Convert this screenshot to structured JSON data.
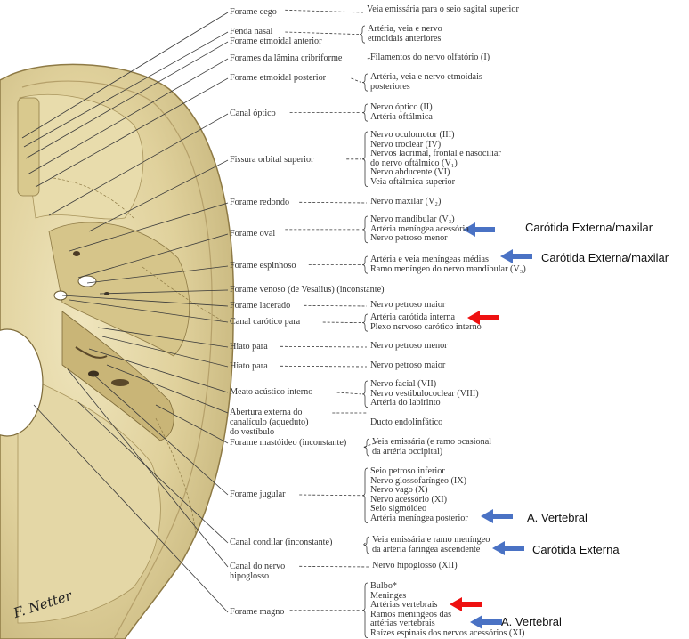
{
  "colors": {
    "bone": "#e3d6a6",
    "bone_dark": "#b8a66d",
    "shadow": "#8f7a45",
    "leader": "#3a3a3a",
    "red_arrow": "#ee1111",
    "blue_arrow": "#4a72c4"
  },
  "entries": [
    {
      "label": "Forame cego",
      "desc": [
        "Veia emissária para o seio sagital superior"
      ]
    },
    {
      "label": "Fenda nasal",
      "desc": [
        "Artéria, veia e nervo",
        "etmoidais anteriores"
      ]
    },
    {
      "label": "Forame etmoidal anterior",
      "desc": []
    },
    {
      "label": "Forames da lâmina cribriforme",
      "desc": [
        "Filamentos do nervo olfatório (I)"
      ]
    },
    {
      "label": "Forame etmoidal posterior",
      "desc": [
        "Artéria, veia e nervo etmoidais",
        "posteriores"
      ]
    },
    {
      "label": "Canal óptico",
      "desc": [
        "Nervo óptico (II)",
        "Artéria oftálmica"
      ]
    },
    {
      "label": "Fissura orbital superior",
      "desc": [
        "Nervo oculomotor (III)",
        "Nervo troclear (IV)",
        "Nervos lacrimal, frontal e nasociliar",
        "do nervo oftálmico (V₁)",
        "Nervo abducente (VI)",
        "Veia oftálmica superior"
      ]
    },
    {
      "label": "Forame redondo",
      "desc": [
        "Nervo maxilar (V₂)"
      ]
    },
    {
      "label": "Forame oval",
      "desc": [
        "Nervo mandibular (V₃)",
        "Artéria meníngea acessória",
        "Nervo petroso menor"
      ]
    },
    {
      "label": "Forame espinhoso",
      "desc": [
        "Artéria e veia meníngeas médias",
        "Ramo meníngeo do nervo mandibular (V₃)"
      ]
    },
    {
      "label": "Forame venoso (de Vesalius) (inconstante)",
      "desc": []
    },
    {
      "label": "Forame lacerado",
      "desc": [
        "Nervo petroso maior"
      ]
    },
    {
      "label": "Canal carótico para",
      "desc": [
        "Artéria carótida interna",
        "Plexo nervoso carótico interno"
      ]
    },
    {
      "label": "Hiato para",
      "desc": [
        "Nervo petroso menor"
      ]
    },
    {
      "label": "Hiato para",
      "desc": [
        "Nervo petroso maior"
      ]
    },
    {
      "label": "Meato acústico interno",
      "desc": [
        "Nervo facial (VII)",
        "Nervo vestibulococlear (VIII)",
        "Artéria do labirinto"
      ]
    },
    {
      "label": "Abertura externa do canalículo (aqueduto) do vestíbulo",
      "desc": [
        "Ducto endolinfático"
      ]
    },
    {
      "label": "Forame mastóideo (inconstante)",
      "desc": [
        "Veia emissária (e ramo ocasional",
        "da artéria occipital)"
      ]
    },
    {
      "label": "Forame jugular",
      "desc": [
        "Seio petroso inferior",
        "Nervo glossofaríngeo (IX)",
        "Nervo vago (X)",
        "Nervo acessório (XI)",
        "Seio sigmóideo",
        "Artéria meníngea posterior"
      ]
    },
    {
      "label": "Canal condilar (inconstante)",
      "desc": [
        "Veia emissária e ramo meníngeo",
        "da artéria faríngea ascendente"
      ]
    },
    {
      "label": "Canal do nervo hipoglosso",
      "desc": [
        "Nervo hipoglosso (XII)"
      ]
    },
    {
      "label": "Forame magno",
      "desc": [
        "Bulbo*",
        "Meninges",
        "Artérias vertebrais",
        "Ramos meníngeos das",
        "artérias vertebrais",
        "Raízes espinais dos nervos acessórios (XI)"
      ]
    }
  ],
  "annotations": [
    {
      "text": "Carótida Externa/maxilar",
      "color": "blue"
    },
    {
      "text": "Carótida Externa/maxilar",
      "color": "blue"
    },
    {
      "text": "",
      "color": "red"
    },
    {
      "text": "A. Vertebral",
      "color": "blue"
    },
    {
      "text": "Carótida Externa",
      "color": "blue"
    },
    {
      "text": "",
      "color": "red"
    },
    {
      "text": "A. Vertebral",
      "color": "blue"
    }
  ],
  "signature": "F. Netter"
}
